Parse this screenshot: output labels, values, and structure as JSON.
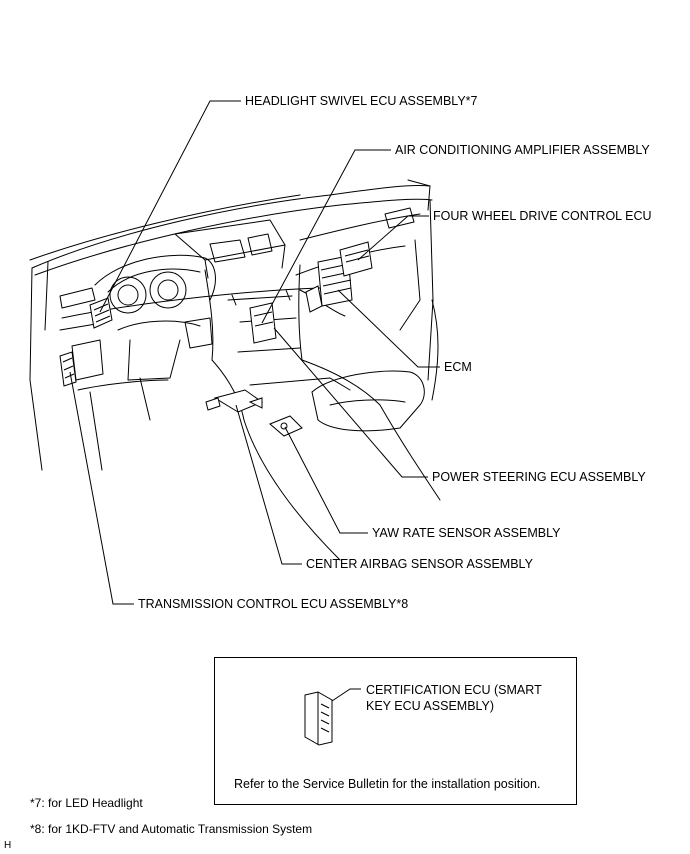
{
  "labels": {
    "headlight_swivel": "HEADLIGHT SWIVEL ECU ASSEMBLY*7",
    "air_conditioning": "AIR CONDITIONING AMPLIFIER ASSEMBLY",
    "four_wheel_drive": "FOUR WHEEL DRIVE CONTROL ECU",
    "ecm": "ECM",
    "power_steering": "POWER STEERING ECU ASSEMBLY",
    "yaw_rate": "YAW RATE SENSOR ASSEMBLY",
    "center_airbag": "CENTER AIRBAG SENSOR ASSEMBLY",
    "transmission": "TRANSMISSION CONTROL ECU ASSEMBLY*8"
  },
  "inset": {
    "certification_line1": "CERTIFICATION ECU (SMART",
    "certification_line2": "KEY ECU ASSEMBLY)",
    "note": "Refer to the Service Bulletin for the installation position."
  },
  "footnotes": {
    "note7": "*7: for LED Headlight",
    "note8": "*8: for 1KD-FTV and Automatic Transmission System"
  },
  "corner_mark": "H"
}
